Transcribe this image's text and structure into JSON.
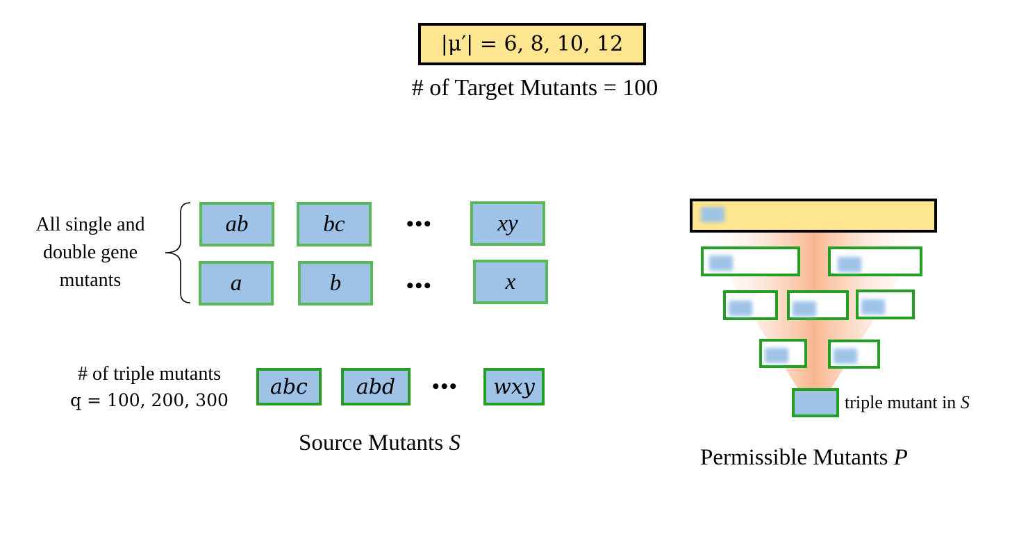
{
  "header": {
    "mu_box_text": "|μ′| = 6, 8, 10, 12",
    "target_label": "# of Target Mutants = 100"
  },
  "source": {
    "group_label": "All single and double gene mutants",
    "double_row": [
      "ab",
      "bc",
      "xy"
    ],
    "single_row": [
      "a",
      "b",
      "x"
    ],
    "ellipsis": "•••",
    "triple_label_line1": "# of triple mutants",
    "triple_label_line2": "q = 100, 200, 300",
    "triple_row": [
      "abc",
      "abd",
      "wxy"
    ],
    "section_label_text": "Source Mutants ",
    "section_label_var": "S"
  },
  "permissible": {
    "leaf_label_text": "triple mutant in ",
    "leaf_label_var": "S",
    "section_label_text": "Permissible Mutants ",
    "section_label_var": "P"
  },
  "colors": {
    "yellow": "#fde68f",
    "blue": "#9fc3e7",
    "green_light": "#5ab85a",
    "green_dark": "#23a023",
    "orange_gradient": "#f7a97a"
  }
}
